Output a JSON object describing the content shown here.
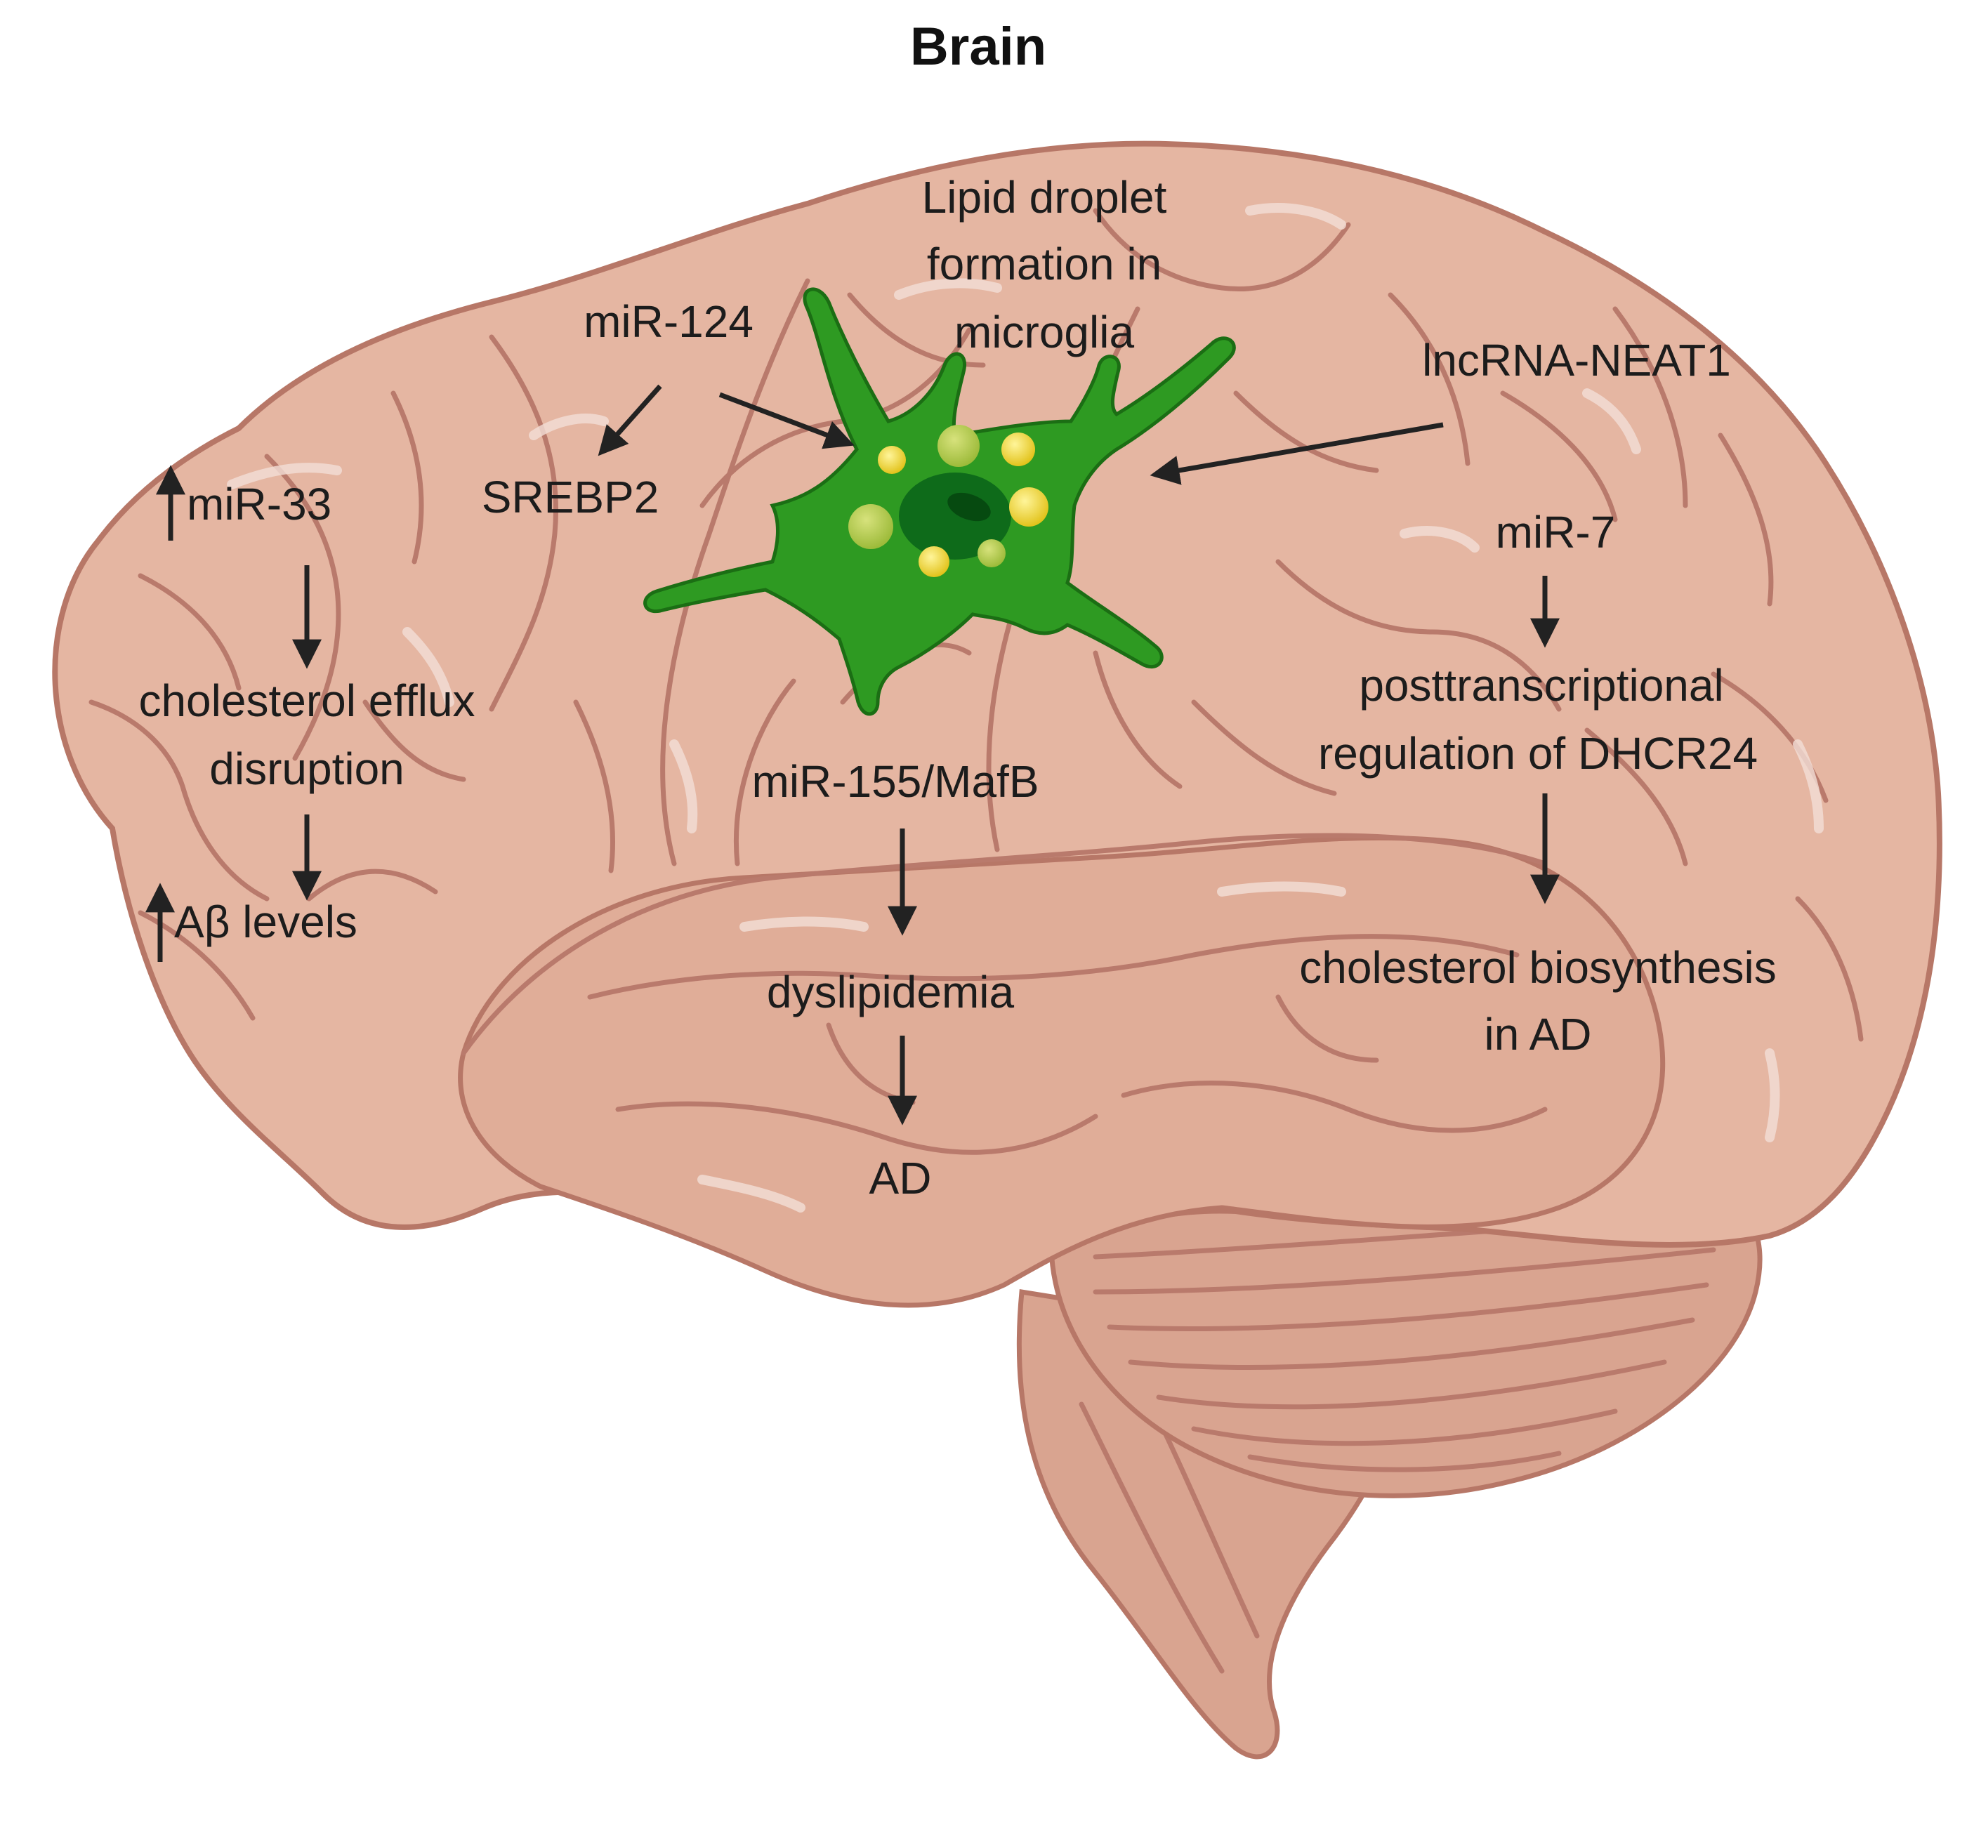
{
  "title": "Brain",
  "labels": {
    "mir33": "miR-33",
    "efflux_1": "cholesterol efflux",
    "efflux_2": "disruption",
    "abeta": "Aβ levels",
    "mir124": "miR-124",
    "srebp2": "SREBP2",
    "lipid_1": "Lipid droplet",
    "lipid_2": "formation in",
    "lipid_3": "microglia",
    "neat1": "lncRNA-NEAT1",
    "mir155": "miR-155/MafB",
    "dyslipidemia": "dyslipidemia",
    "ad": "AD",
    "mir7": "miR-7",
    "posttrans_1": "posttranscriptional",
    "posttrans_2": "regulation of DHCR24",
    "biosyn_1": "cholesterol biosynthesis",
    "biosyn_2": "in AD"
  },
  "colors": {
    "brain_fill": "#e5b6a2",
    "brain_outline": "#b77767",
    "microglia": "#2e9a22",
    "nucleus": "#0e6b1a",
    "lipid_droplet": "#e9d43a",
    "arrow": "#222222"
  }
}
